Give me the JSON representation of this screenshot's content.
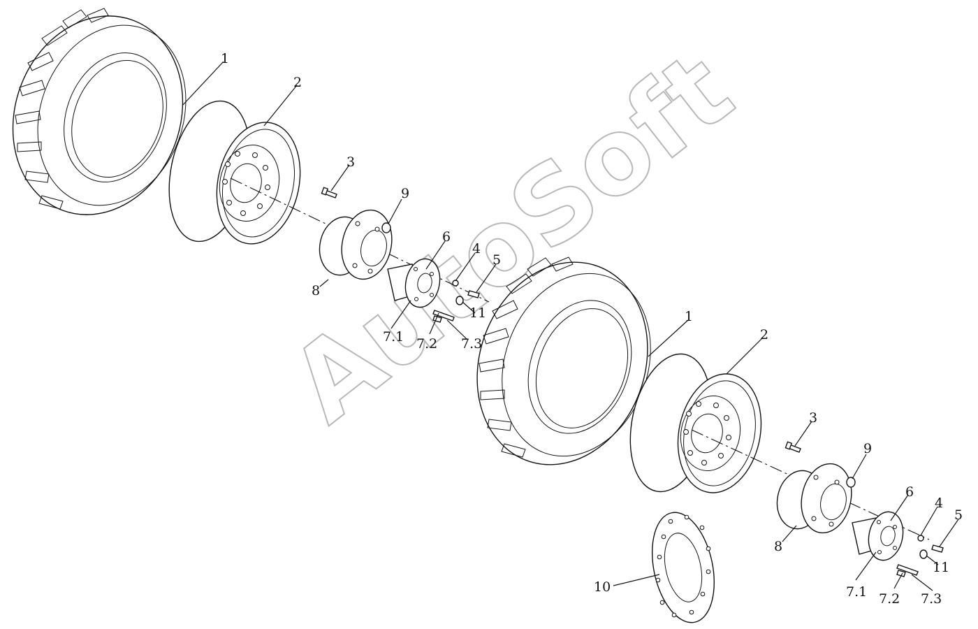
{
  "watermark": "AutoSoft",
  "labels": {
    "a_1": "1",
    "a_2": "2",
    "a_3": "3",
    "a_9": "9",
    "a_6": "6",
    "a_4": "4",
    "a_5": "5",
    "a_8": "8",
    "a_11": "11",
    "a_7_1": "7.1",
    "a_7_2": "7.2",
    "a_7_3": "7.3",
    "b_1": "1",
    "b_2": "2",
    "b_3": "3",
    "b_9": "9",
    "b_6": "6",
    "b_4": "4",
    "b_5": "5",
    "b_8": "8",
    "b_11": "11",
    "b_7_1": "7.1",
    "b_7_2": "7.2",
    "b_7_3": "7.3",
    "c_10": "10"
  }
}
